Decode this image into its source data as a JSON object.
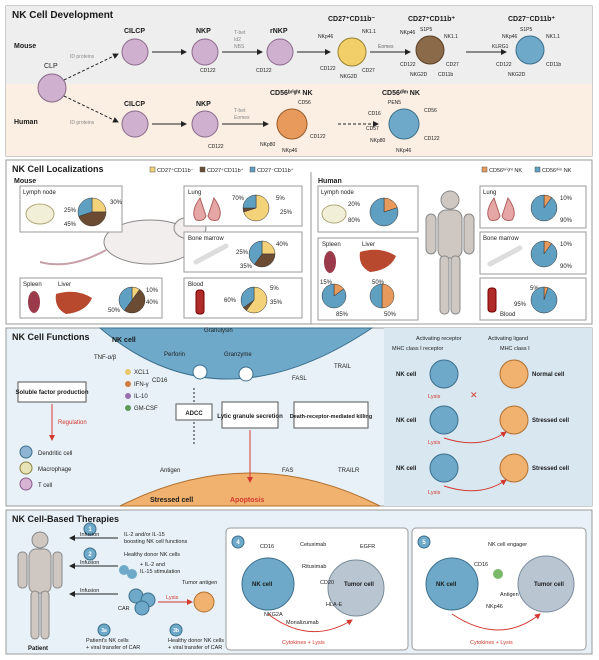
{
  "colors": {
    "panel_bg": "#eeeeee",
    "human_bg": "#fbefe4",
    "func_bg": "#e8f1f7",
    "func_right_bg": "#d9e7f1",
    "cell_purple": "#cfb0cf",
    "cell_blue": "#6ea9c9",
    "cell_orange": "#e79a5c",
    "cell_yellow": "#f3cf6a",
    "cell_brown": "#8a6a48",
    "stressed_cell": "#f0b26e",
    "pie_blue": "#5f9fc1",
    "pie_orange": "#e79a5c",
    "pie_yellow": "#f3d27a",
    "arrow_red": "#d23a2f",
    "border": "#9a9a9a"
  },
  "development": {
    "title": "NK Cell Development",
    "mouse": "Mouse",
    "human": "Human",
    "clp": "CLP",
    "id_proteins": "ID proteins",
    "cilcp": "CILCP",
    "nkp": "NKP",
    "rnkp": "rNKP",
    "tbet_id2_nbs": [
      "T-bet",
      "Id2",
      "NBS"
    ],
    "tbet_eomes": [
      "T-bet",
      "Eomes"
    ],
    "mouse_stage1": "CD27⁺CD11b⁻",
    "mouse_stage2": "CD27⁺CD11b⁺",
    "mouse_stage3": "CD27⁻CD11b⁺",
    "human_stage1": "CD56ᵇʳⁱᵍʰᵗ NK",
    "human_stage2": "CD56ᵈⁱᵐ NK",
    "eomes": "Eomes",
    "markers": {
      "cd122": "CD122",
      "nkp46": "NKp46",
      "nk11": "NK1.1",
      "nkg2d": "NKG2D",
      "cd27": "CD27",
      "s1p5": "S1P5",
      "cd11b": "CD11b",
      "klrg1": "KLRG1",
      "cd56": "CD56",
      "pen5": "PEN5",
      "cd16": "CD16",
      "cd57": "CD57",
      "nkp80": "NKp80",
      "nkp46b": "NKp46"
    }
  },
  "localization": {
    "title": "NK Cell Localizations",
    "mouse": "Mouse",
    "human": "Human",
    "mouse_legend": [
      "CD27⁺CD11b⁻",
      "CD27⁺CD11b⁺",
      "CD27⁻CD11b⁺"
    ],
    "human_legend": [
      "CD56ᵇʳⁱᵍʰᵗ NK",
      "CD56ᵈⁱᵐ NK"
    ],
    "organs": {
      "lymph_node": "Lymph node",
      "lung": "Lung",
      "bone_marrow": "Bone marrow",
      "spleen": "Spleen",
      "liver": "Liver",
      "blood": "Blood"
    },
    "mouse_data": {
      "lymph_node": [
        25,
        45,
        30
      ],
      "lung": [
        70,
        5,
        25
      ],
      "bone_marrow": [
        25,
        35,
        40
      ],
      "spleen": [
        10,
        50,
        40
      ],
      "blood": [
        60,
        5,
        35
      ]
    },
    "human_data": {
      "lymph_node": [
        20,
        80
      ],
      "lung": [
        10,
        90
      ],
      "bone_marrow": [
        10,
        90
      ],
      "spleen": [
        15,
        85
      ],
      "liver": [
        50,
        50
      ],
      "blood": [
        5,
        95
      ]
    }
  },
  "functions": {
    "title": "NK Cell Functions",
    "nk_cell": "NK cell",
    "granulysin": "Granulysin",
    "perforin": "Perforin",
    "granzyme": "Granzyme",
    "cd16": "CD16",
    "fasl": "FASL",
    "trail": "TRAIL",
    "tnf": "TNF-α/β",
    "xcl1": "XCL1",
    "ifn": "IFN-γ",
    "il10": "IL-10",
    "gmcsf": "GM-CSF",
    "soluble": "Soluble factor production",
    "regulation": "Regulation",
    "dendritic": "Dendritic cell",
    "macrophage": "Macrophage",
    "tcell": "T cell",
    "adcc": "ADCC",
    "lytic": "Lytic granule secretion",
    "death": "Death-receptor-mediated killing",
    "antigen": "Antigen",
    "fas": "FAS",
    "trailr": "TRAILR",
    "stressed": "Stressed cell",
    "apoptosis": "Apoptosis",
    "activating_receptor": "Activating receptor",
    "activating_ligand": "Activating ligand",
    "mhc_receptor": "MHC class I receptor",
    "mhc_class": "MHC class I",
    "normal_cell": "Normal cell",
    "stressed_cell": "Stressed cell",
    "lysis": "Lysis"
  },
  "therapies": {
    "title": "NK Cell-Based Therapies",
    "infusion": "Infusion",
    "step1_text": [
      "IL-2 and/or IL-15",
      "boosting NK cell functions"
    ],
    "step2_text": [
      "Healthy donor NK cells",
      "+ IL-2 and",
      "IL-15 stimulation"
    ],
    "tumor_antigen": "Tumor antigen",
    "car": "CAR",
    "lysis": "Lysis",
    "patient": "Patient",
    "step3a_text": [
      "Patient's NK cells",
      "+ viral transfer of CAR"
    ],
    "step3b_text": [
      "Healthy donor NK cells",
      "+ viral transfer of CAR"
    ],
    "nums": [
      "1",
      "2",
      "3a",
      "3b",
      "4",
      "5"
    ],
    "cetuximab": "Cetuximab",
    "egfr": "EGFR",
    "rituximab": "Rituximab",
    "cd20": "CD20",
    "nkg2a": "NKG2A",
    "hlae": "HLA-E",
    "monalizumab": "Monalizumab",
    "nk_cell": "NK cell",
    "tumor_cell": "Tumor cell",
    "cytokines_lysis": "Cytokines + Lysis",
    "engager": "NK cell engager",
    "antigen": "Antigen",
    "nkp46": "NKp46"
  }
}
